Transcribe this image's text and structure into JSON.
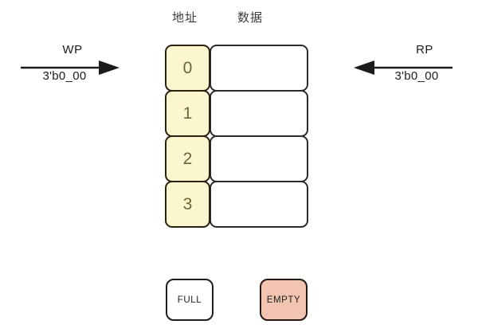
{
  "diagram": {
    "title": "FIFO memory pointer diagram",
    "headers": {
      "address": "地址",
      "data": "数据"
    },
    "memory": {
      "rows": [
        {
          "address": "0",
          "data": ""
        },
        {
          "address": "1",
          "data": ""
        },
        {
          "address": "2",
          "data": ""
        },
        {
          "address": "3",
          "data": ""
        }
      ]
    },
    "pointers": {
      "write": {
        "name": "WP",
        "value": "3'b0_00",
        "direction": "right",
        "icon": "arrow-right-icon"
      },
      "read": {
        "name": "RP",
        "value": "3'b0_00",
        "direction": "left",
        "icon": "arrow-left-icon"
      }
    },
    "status": {
      "full": {
        "label": "FULL",
        "active": false
      },
      "empty": {
        "label": "EMPTY",
        "active": true
      }
    },
    "colors": {
      "address_fill": "#faf7cf",
      "address_text": "#6d6434",
      "address_border": "#2b2112",
      "data_fill": "#ffffff",
      "data_border": "#2b2b2b",
      "empty_fill": "#f3c4b1",
      "full_fill": "#ffffff",
      "arrow": "#1c1c1c",
      "background": "#ffffff"
    }
  }
}
